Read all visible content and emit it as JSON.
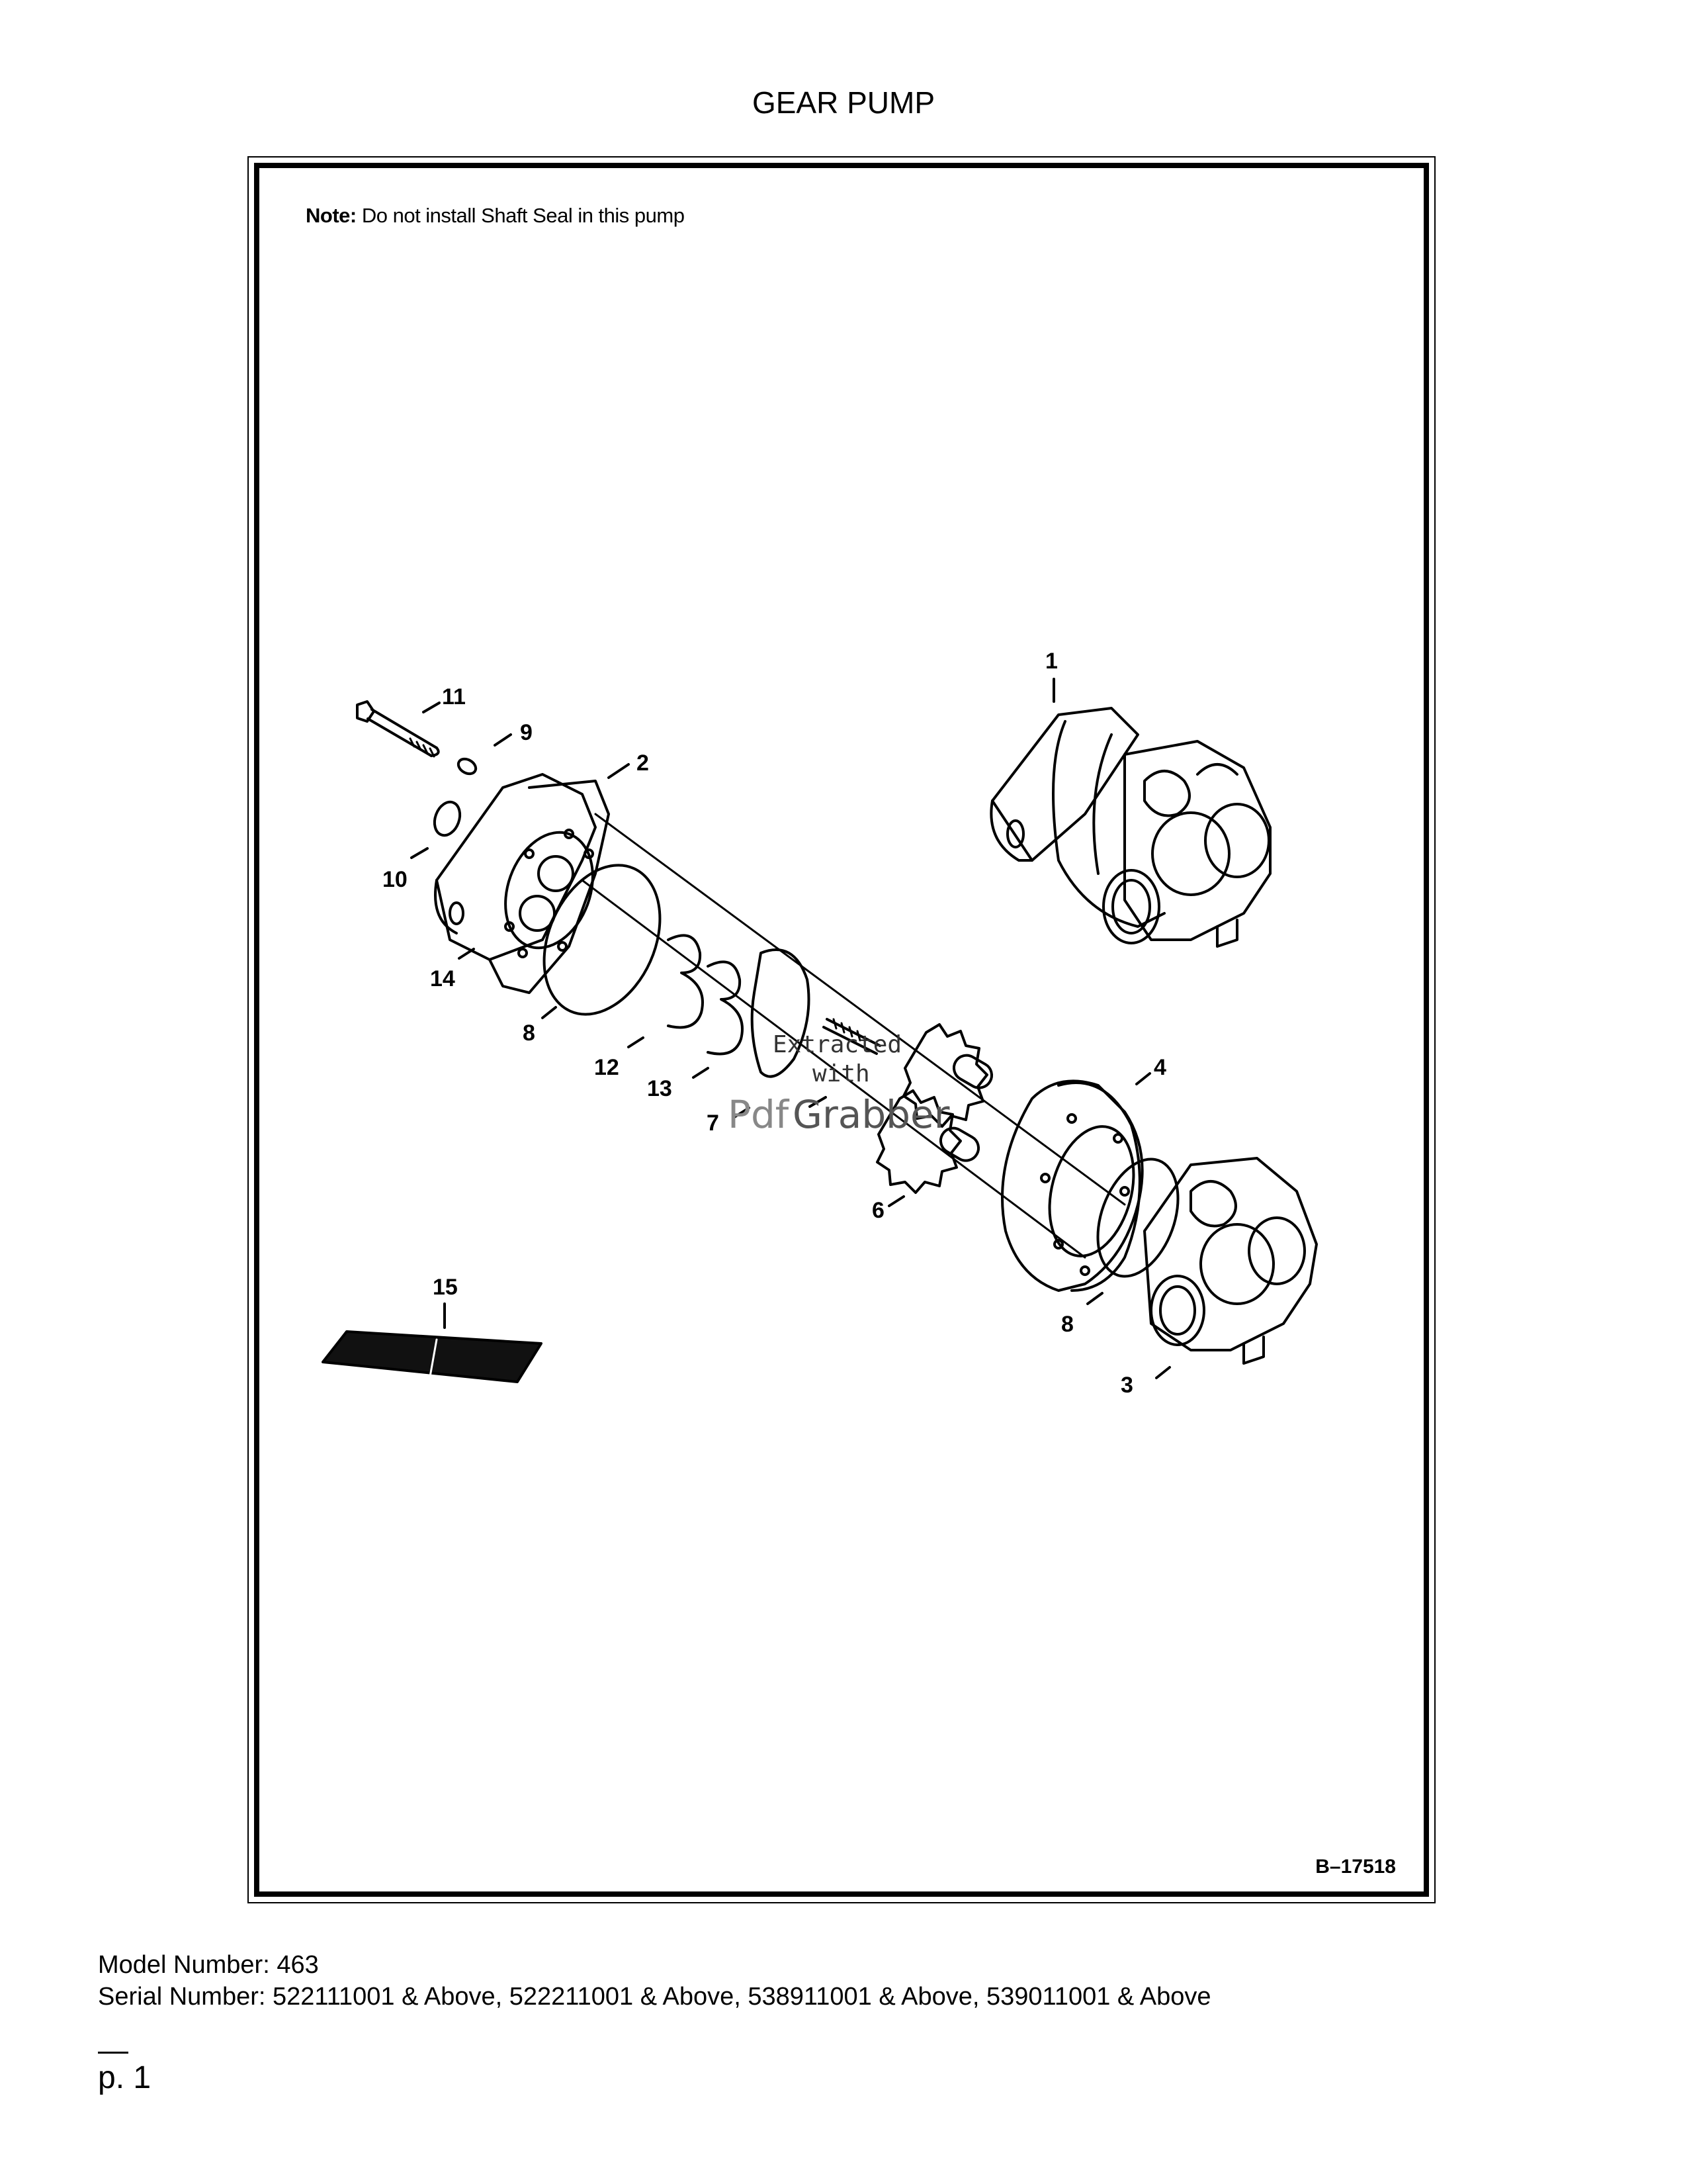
{
  "page": {
    "title": "GEAR PUMP",
    "note_label": "Note:",
    "note_text": "Do not install Shaft Seal in this pump",
    "figure_id": "B–17518"
  },
  "diagram": {
    "callouts": [
      "1",
      "2",
      "3",
      "4",
      "6",
      "7",
      "8",
      "8",
      "8",
      "9",
      "10",
      "11",
      "12",
      "13",
      "14",
      "15"
    ]
  },
  "watermark": {
    "line1": "Extracted",
    "line2": "with",
    "brand_a": "Pdf",
    "brand_b": "Grabber"
  },
  "footer": {
    "model_line": "Model Number: 463",
    "serial_line": "Serial Number: 522111001 & Above, 522211001 & Above, 538911001 & Above, 539011001 & Above",
    "page_label": "p. 1"
  }
}
